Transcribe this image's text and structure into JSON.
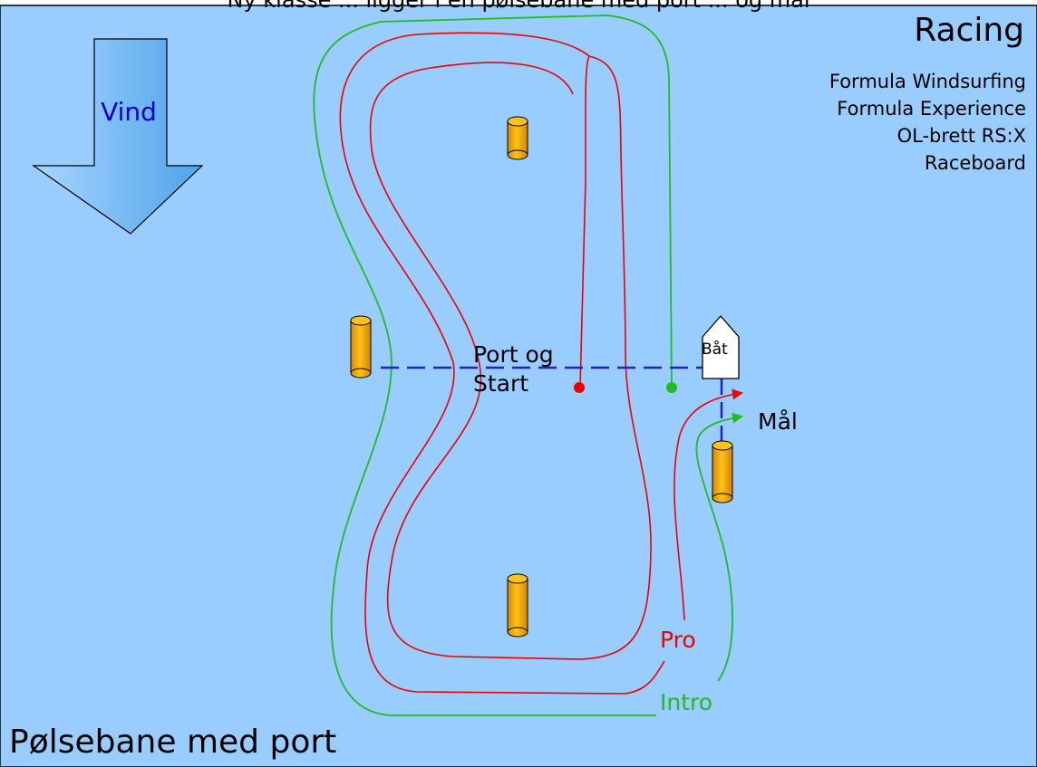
{
  "header_caption": "Ny klasse ... ligger i en pølsebane med port ... og mål",
  "title": "Racing",
  "classes": [
    "Formula Windsurfing",
    "Formula Experience",
    "OL-brett RS:X",
    "Raceboard"
  ],
  "course_name": "Pølsebane med port",
  "wind_label": "Vind",
  "gate_label_line1": "Port og",
  "gate_label_line2": "Start",
  "boat_label": "Båt",
  "finish_label": "Mål",
  "routes": [
    {
      "label": "Pro",
      "color": "#ee0000"
    },
    {
      "label": "Intro",
      "color": "#22bb22"
    }
  ],
  "colors": {
    "water": "#99ccff",
    "buoy": "#ffb400",
    "wind_arrow": "#66b3f0",
    "gate_line": "#2222cc"
  }
}
